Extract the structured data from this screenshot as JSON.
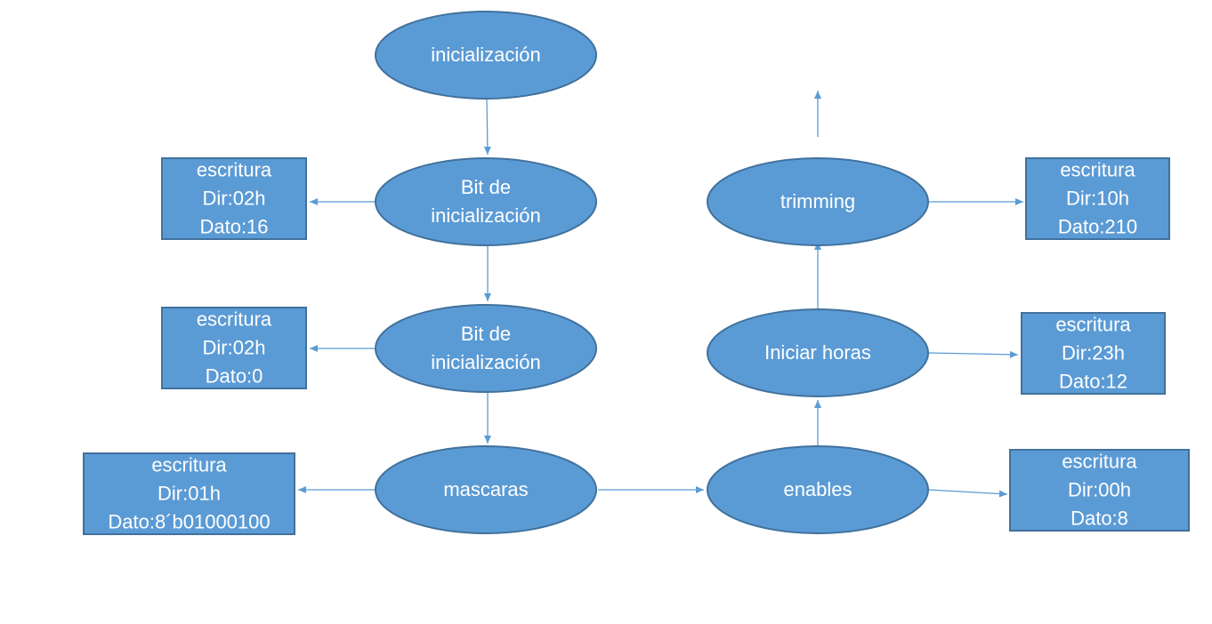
{
  "colors": {
    "node_fill": "#5b9bd5",
    "node_stroke": "#41719c",
    "edge": "#5b9bd5",
    "text": "#ffffff"
  },
  "nodes": {
    "inicializacion": {
      "lines": [
        "inicialización"
      ]
    },
    "bit1": {
      "lines": [
        "Bit de",
        "inicialización"
      ]
    },
    "bit2": {
      "lines": [
        "Bit de",
        "inicialización"
      ]
    },
    "mascaras": {
      "lines": [
        "mascaras"
      ]
    },
    "enables": {
      "lines": [
        "enables"
      ]
    },
    "horas": {
      "lines": [
        "Iniciar horas"
      ]
    },
    "trimming": {
      "lines": [
        "trimming"
      ]
    }
  },
  "boxes": {
    "w_bit1": {
      "lines": [
        "escritura",
        "Dir:02h",
        "Dato:16"
      ]
    },
    "w_bit2": {
      "lines": [
        "escritura",
        "Dir:02h",
        "Dato:0"
      ]
    },
    "w_mascaras": {
      "lines": [
        "escritura",
        "Dir:01h",
        "Dato:8´b01000100"
      ]
    },
    "w_trimming": {
      "lines": [
        "escritura",
        "Dir:10h",
        "Dato:210"
      ]
    },
    "w_horas": {
      "lines": [
        "escritura",
        "Dir:23h",
        "Dato:12"
      ]
    },
    "w_enables": {
      "lines": [
        "escritura",
        "Dir:00h",
        "Dato:8"
      ]
    }
  }
}
